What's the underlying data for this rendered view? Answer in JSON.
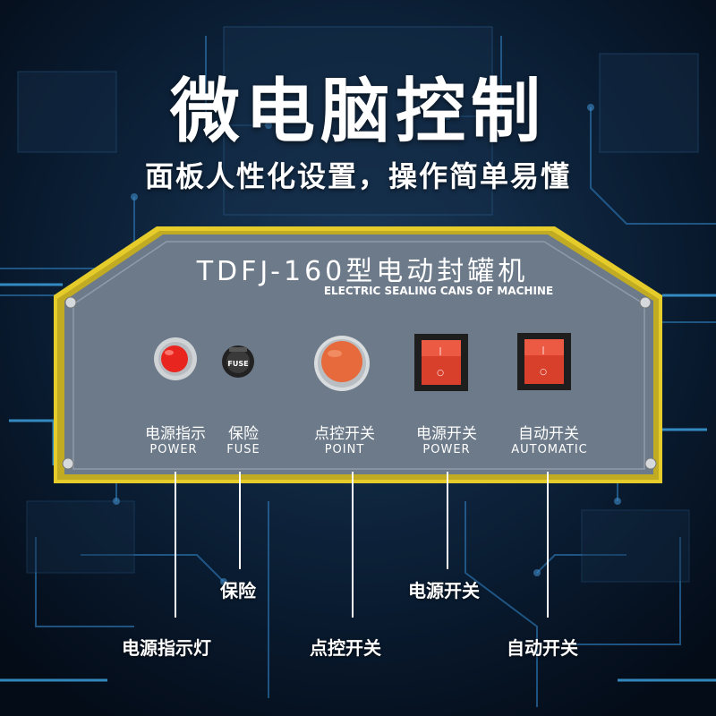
{
  "header": {
    "title": "微电脑控制",
    "subtitle": "面板人性化设置，操作简单易懂"
  },
  "panel": {
    "model": "TDFJ-160型电动封罐机",
    "model_en": "ELECTRIC SEALING CANS OF MACHINE",
    "fuse_cap_text": "FUSE",
    "labels": [
      {
        "cn": "电源指示",
        "en": "POWER"
      },
      {
        "cn": "保险",
        "en": "FUSE"
      },
      {
        "cn": "点控开关",
        "en": "POINT"
      },
      {
        "cn": "电源开关",
        "en": "POWER"
      },
      {
        "cn": "自动开关",
        "en": "AUTOMATIC"
      }
    ],
    "colors": {
      "panel_face": "#6c7a8a",
      "frame": "#e6cc2a",
      "indicator": "#e8251f",
      "button": "#e66a3c",
      "rocker": "#d9402c"
    }
  },
  "callouts": {
    "fuse": "保险",
    "power_switch": "电源开关",
    "indicator": "电源指示灯",
    "point_switch": "点控开关",
    "auto_switch": "自动开关"
  }
}
